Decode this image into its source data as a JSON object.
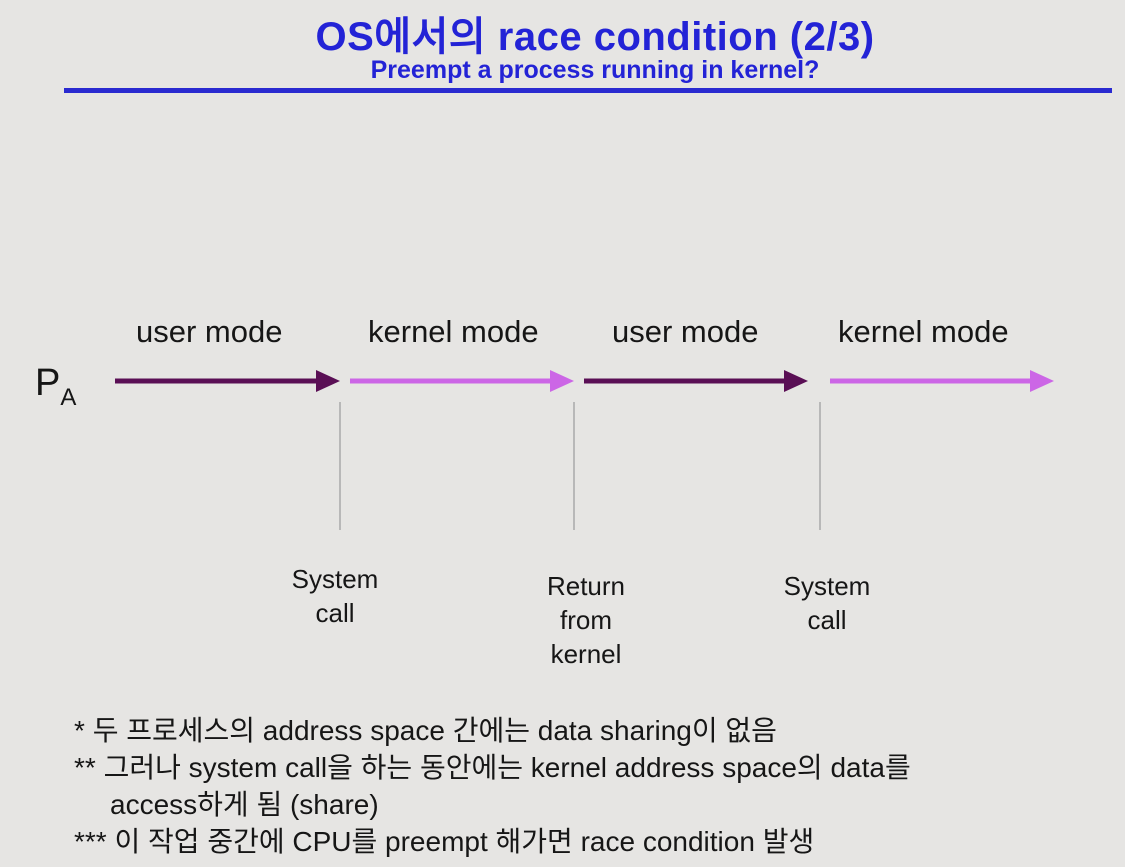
{
  "slide": {
    "title": "OS에서의  race condition (2/3)",
    "subtitle": "Preempt a process running in kernel?"
  },
  "diagram": {
    "process_label": "P",
    "process_subscript": "A",
    "modes": [
      "user mode",
      "kernel mode",
      "user mode",
      "kernel mode"
    ],
    "events": [
      {
        "lines": [
          "System",
          "call"
        ]
      },
      {
        "lines": [
          "Return",
          "from",
          "kernel"
        ]
      },
      {
        "lines": [
          "System",
          "call"
        ]
      }
    ],
    "colors": {
      "user_mode_arrow": "#5a0f55",
      "kernel_mode_arrow": "#cc66e6",
      "event_line": "#b8b8b8",
      "title": "#2323d6"
    }
  },
  "notes": [
    {
      "marker": "*",
      "text": "두 프로세스의 address space 간에는 data sharing이 없음"
    },
    {
      "marker": "**",
      "text": "그러나 system call을 하는 동안에는 kernel address space의 data를",
      "continuation": "access하게 됨 (share)"
    },
    {
      "marker": "***",
      "text": "이 작업 중간에 CPU를 preempt 해가면 race condition 발생"
    }
  ]
}
